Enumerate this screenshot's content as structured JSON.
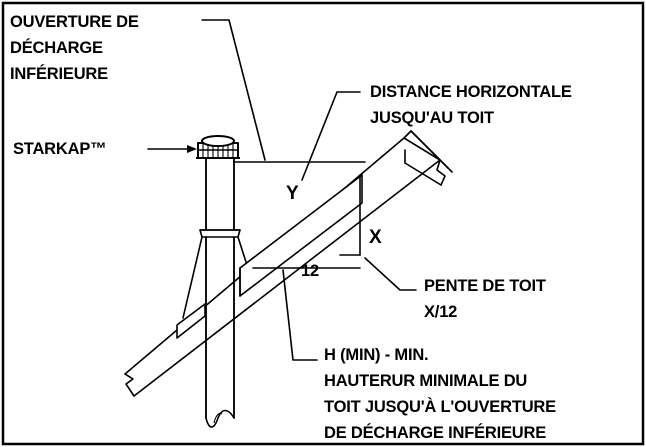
{
  "labels": {
    "outlet_line1": "OUVERTURE DE",
    "outlet_line2": "DÉCHARGE",
    "outlet_line3": "INFÉRIEURE",
    "horiz_line1": "DISTANCE HORIZONTALE",
    "horiz_line2": "JUSQU'AU TOIT",
    "starkap": "STARKAP™",
    "y": "Y",
    "x": "X",
    "twelve": "12",
    "pitch_line1": "PENTE DE TOIT",
    "pitch_line2": "X/12",
    "hmin_line1": "H (MIN) - MIN.",
    "hmin_line2": "HAUTERUR MINIMALE DU",
    "hmin_line3": "TOIT JUSQU'À L'OUVERTURE",
    "hmin_line4": "DE DÉCHARGE INFÉRIEURE"
  },
  "colors": {
    "ink": "#000000",
    "paper": "#ffffff"
  }
}
